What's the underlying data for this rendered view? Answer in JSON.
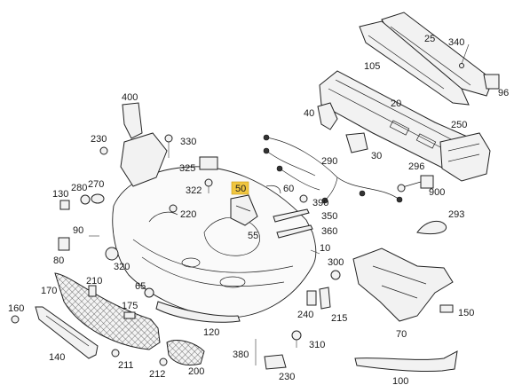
{
  "labels": {
    "p10": "10",
    "p20": "20",
    "p25": "25",
    "p30": "30",
    "p40": "40",
    "p50": "50",
    "p55": "55",
    "p60": "60",
    "p65": "65",
    "p70": "70",
    "p80": "80",
    "p90": "90",
    "p96": "96",
    "p100": "100",
    "p105": "105",
    "p120": "120",
    "p130": "130",
    "p140": "140",
    "p150": "150",
    "p160": "160",
    "p170": "170",
    "p175": "175",
    "p200": "200",
    "p210": "210",
    "p211": "211",
    "p212": "212",
    "p215": "215",
    "p220": "220",
    "p230": "230",
    "p240": "240",
    "p250": "250",
    "p270": "270",
    "p280": "280",
    "p290": "290",
    "p293": "293",
    "p296": "296",
    "p300": "300",
    "p310": "310",
    "p320": "320",
    "p322": "322",
    "p325": "325",
    "p330": "330",
    "p340": "340",
    "p350": "350",
    "p360": "360",
    "p380": "380",
    "p390": "390",
    "p400": "400",
    "p900": "900"
  },
  "highlighted_part": "50",
  "colors": {
    "highlight": "#f0c640",
    "line": "#222222",
    "fill": "#f2f2f2"
  }
}
